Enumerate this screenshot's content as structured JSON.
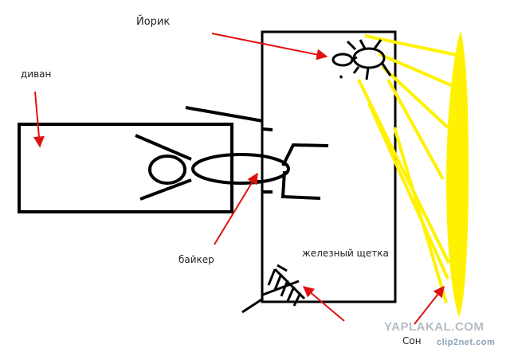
{
  "labels": {
    "yorik": "Йорик",
    "divan": "диван",
    "biker": "байкер",
    "brush": "железный щетка",
    "sun": "Сон"
  },
  "watermarks": {
    "yaplakal": "YAPLAKAL.COM",
    "clip2net": "clip2net.com"
  },
  "colors": {
    "ink": "#000000",
    "arrow": "#e01010",
    "sun": "#fff200",
    "watermark": "#b4bcc6"
  }
}
